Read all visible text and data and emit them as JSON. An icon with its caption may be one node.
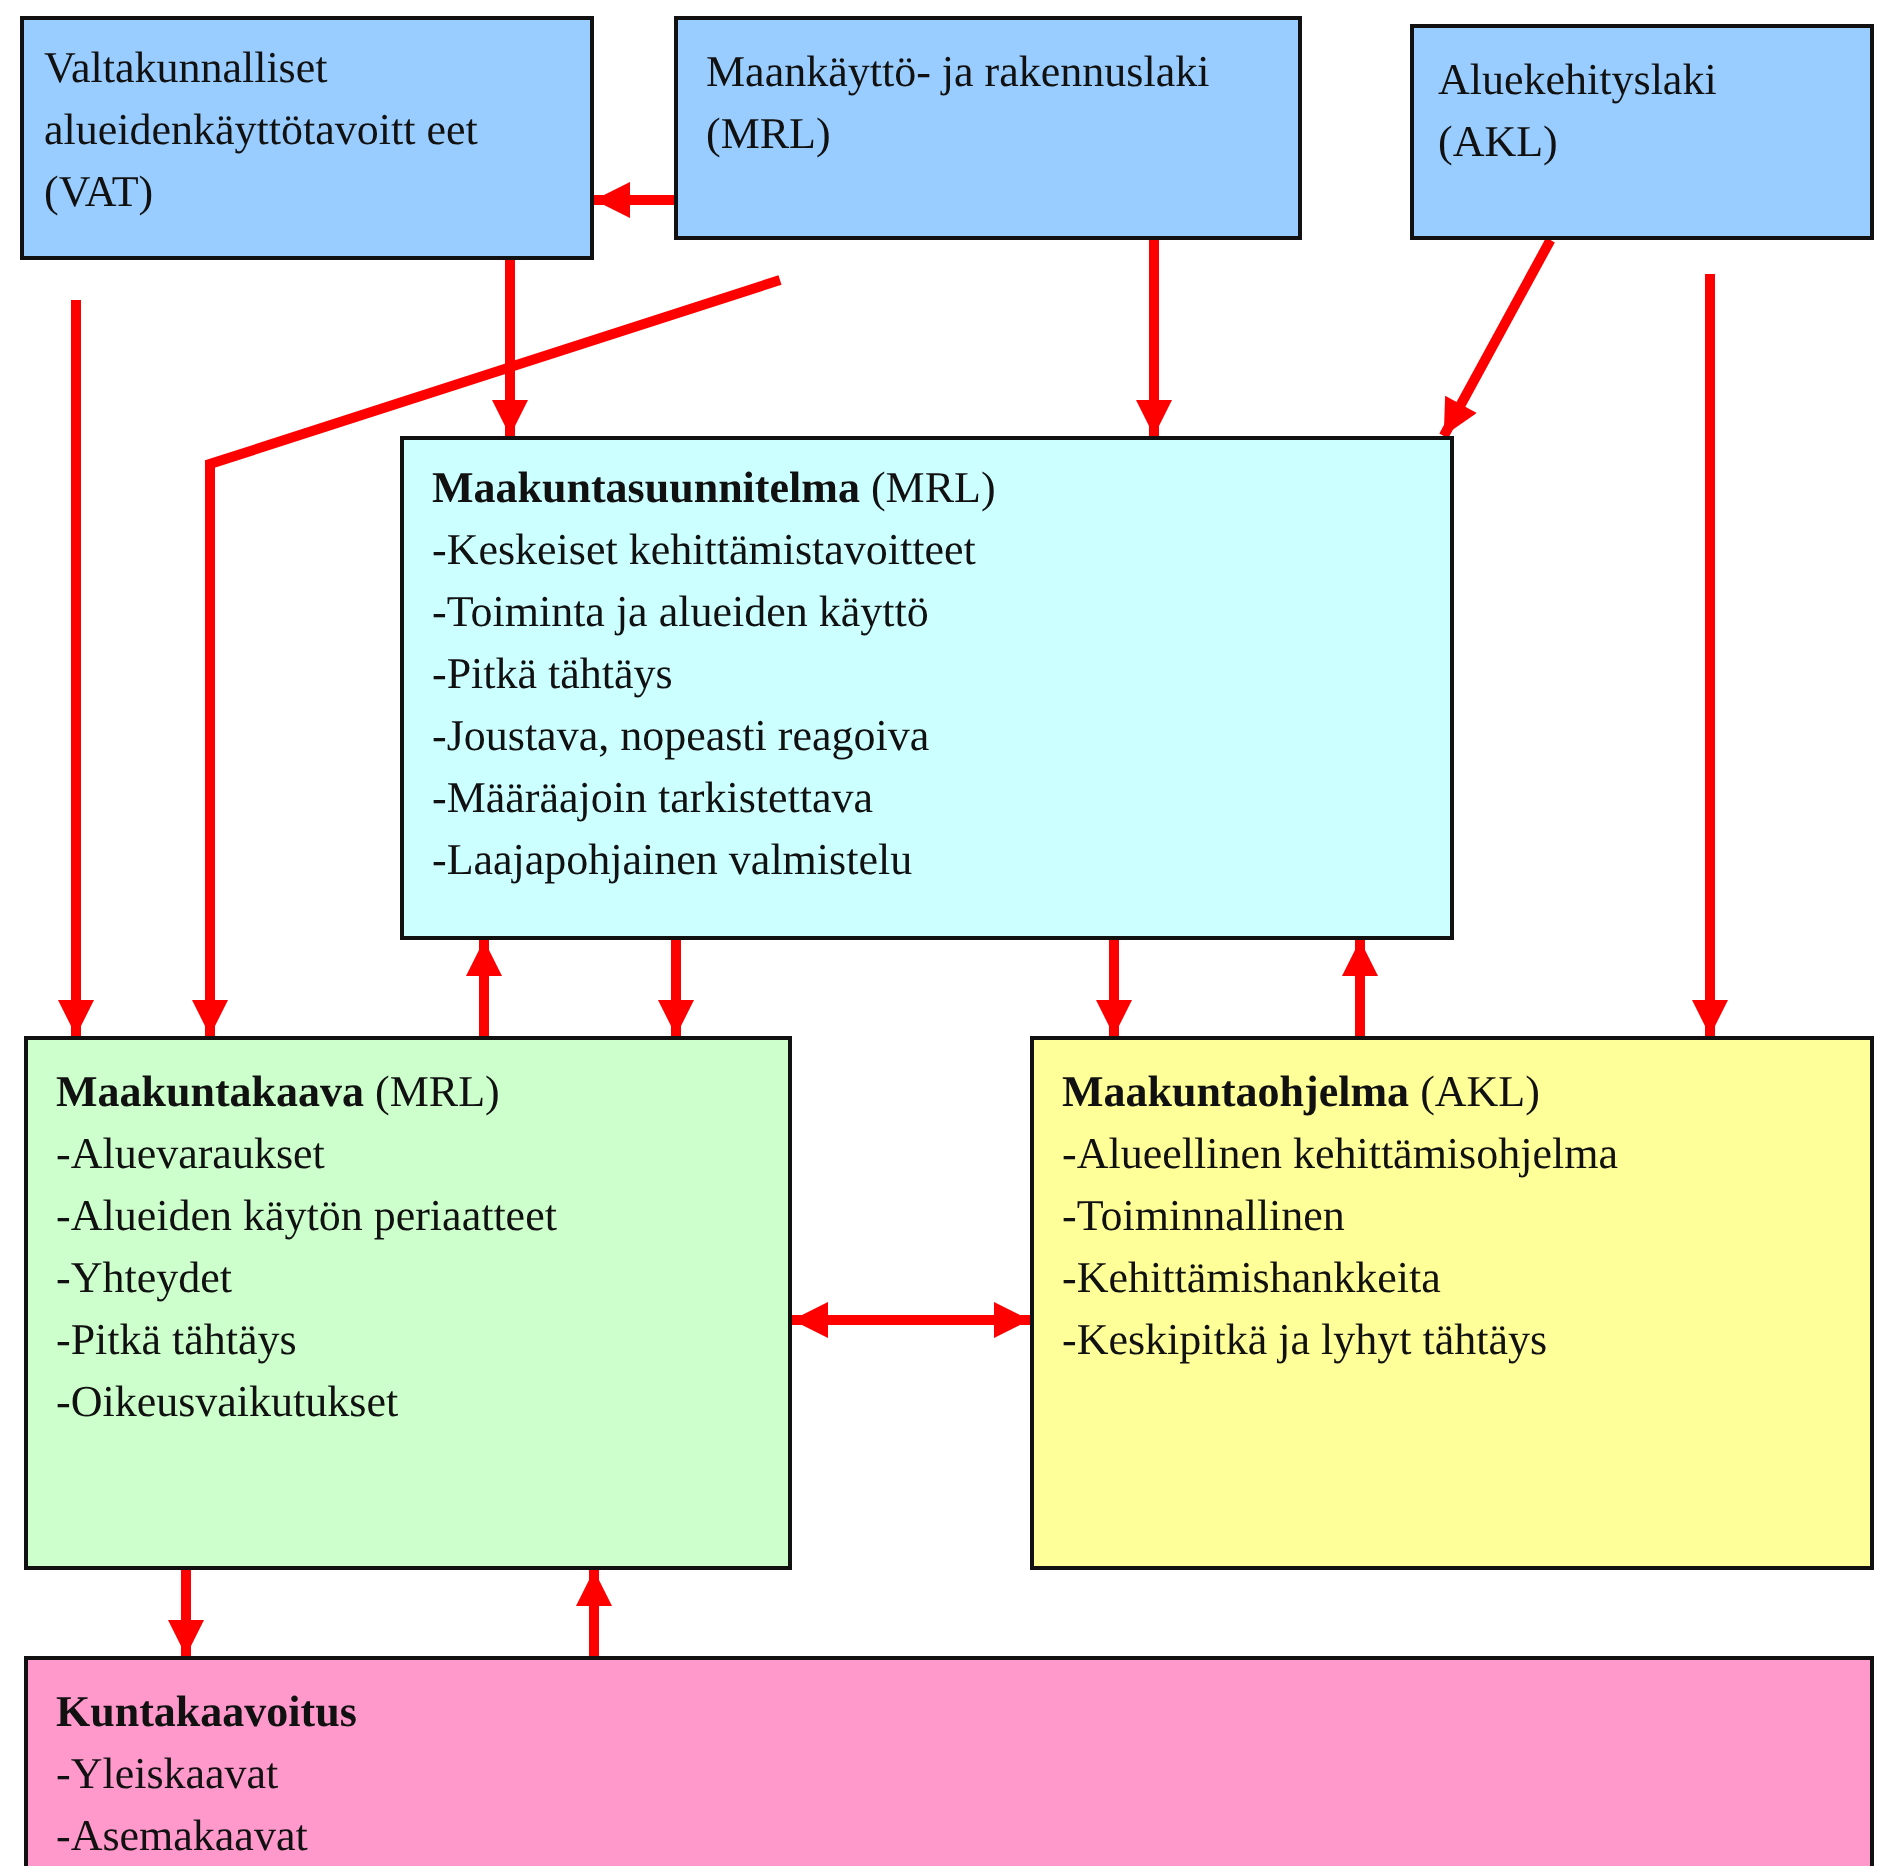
{
  "diagram": {
    "nodes": [
      {
        "text": [
          "Valtakunnalliset alueidenkäyttötavoitt eet (VAT)"
        ]
      },
      {
        "text": [
          "Maankäyttö- ja rakennuslaki (MRL)"
        ]
      },
      {
        "text": [
          "Aluekehityslaki (AKL)"
        ]
      },
      {
        "text": [
          "**Maakuntasuunnitelma** (MRL)",
          "-Keskeiset kehittämistavoitteet",
          "-Toiminta ja alueiden käyttö",
          "-Pitkä tähtäys",
          "-Joustava, nopeasti reagoiva",
          "-Määräajoin tarkistettava",
          "-Laajapohjainen valmistelu"
        ]
      },
      {
        "text": [
          "**Maakuntakaava** (MRL)",
          "-Aluevaraukset",
          "-Alueiden käytön periaatteet",
          "-Yhteydet",
          "-Pitkä tähtäys",
          "-Oikeusvaikutukset"
        ]
      },
      {
        "text": [
          "**Maakuntaohjelma** (AKL)",
          "-Alueellinen kehittämisohjelma",
          "-Toiminnallinen",
          "-Kehittämishankkeita",
          "-Keskipitkä ja lyhyt tähtäys"
        ]
      },
      {
        "text": [
          "Kuntakaavoitus",
          "-Yleiskaavat",
          "-Asemakaavat"
        ]
      }
    ],
    "edges": [
      {
        "from": 1,
        "to": 0,
        "arrow": "to"
      },
      {
        "from": 0,
        "to": 3,
        "arrow": "to"
      },
      {
        "from": 1,
        "to": 3,
        "arrow": "to"
      },
      {
        "from": 2,
        "to": 3,
        "arrow": "to"
      },
      {
        "from": null,
        "to": 4,
        "arrow": "to"
      },
      {
        "from": null,
        "to": 5,
        "arrow": "to"
      },
      {
        "from": null,
        "to": 4,
        "arrow": "to"
      },
      {
        "from": 4,
        "to": 3,
        "arrow": "to"
      },
      {
        "from": 3,
        "to": 4,
        "arrow": "to"
      },
      {
        "from": 3,
        "to": 5,
        "arrow": "to"
      },
      {
        "from": 5,
        "to": 3,
        "arrow": "to"
      },
      {
        "from": 4,
        "to": 5,
        "arrow": "both"
      },
      {
        "from": 4,
        "to": 6,
        "arrow": "to"
      },
      {
        "from": 6,
        "to": 4,
        "arrow": "to"
      }
    ]
  }
}
